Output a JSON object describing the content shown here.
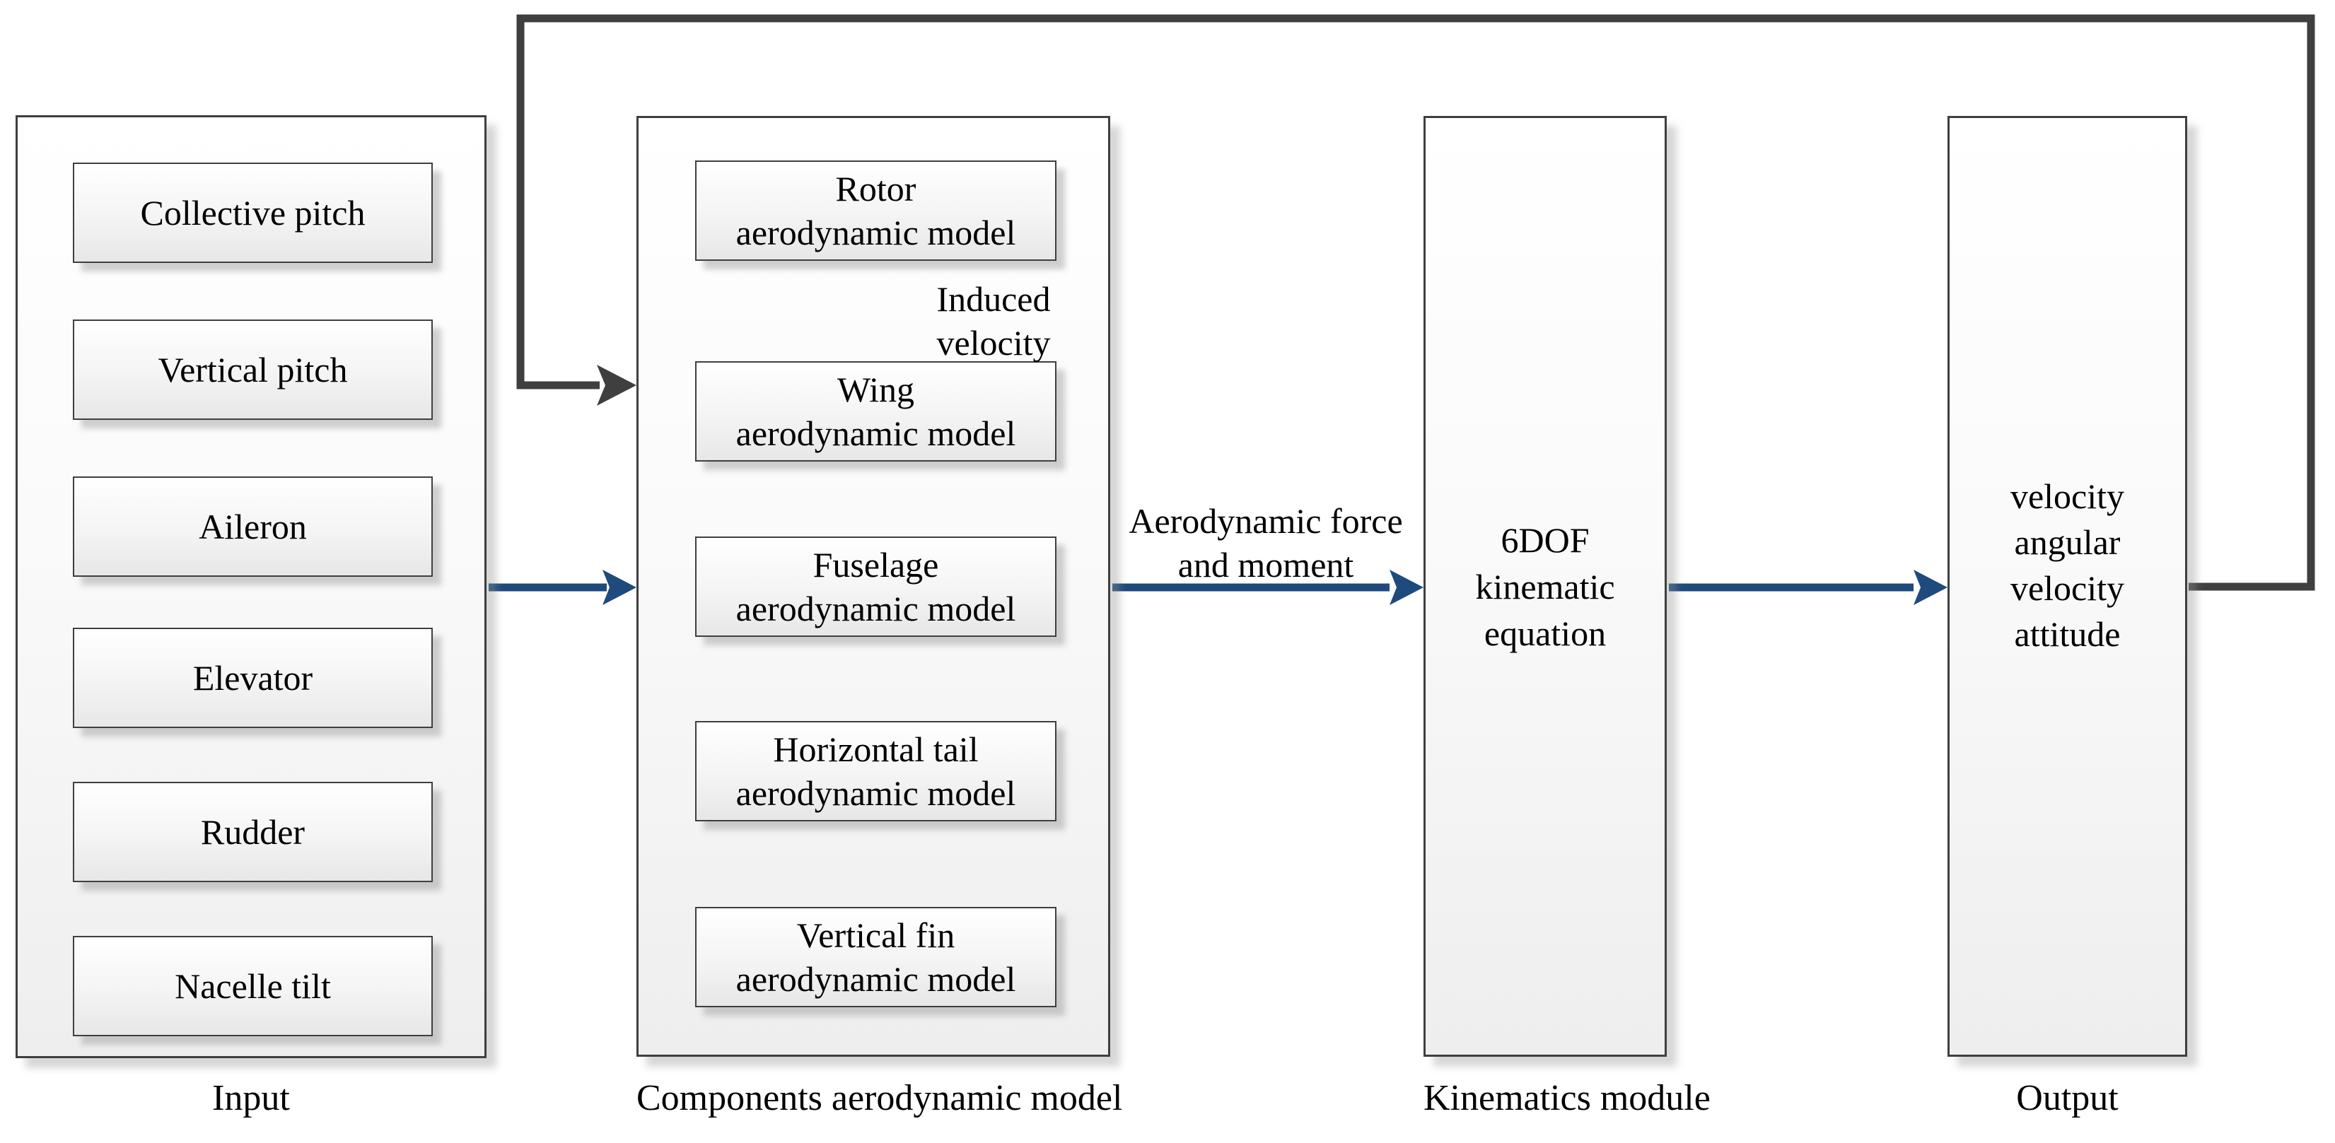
{
  "colors": {
    "arrow-blue": "#1f4a7d",
    "line-dark": "#3f3f3f"
  },
  "input": {
    "caption": "Input",
    "boxes": [
      "Collective pitch",
      "Vertical pitch",
      "Aileron",
      "Elevator",
      "Rudder",
      "Nacelle tilt"
    ]
  },
  "components": {
    "caption": "Components aerodynamic model",
    "boxes": [
      {
        "line1": "Rotor",
        "line2": "aerodynamic model"
      },
      {
        "line1": "Wing",
        "line2": "aerodynamic model"
      },
      {
        "line1": "Fuselage",
        "line2": "aerodynamic model"
      },
      {
        "line1": "Horizontal tail",
        "line2": "aerodynamic model"
      },
      {
        "line1": "Vertical fin",
        "line2": "aerodynamic model"
      }
    ]
  },
  "kinematics": {
    "caption": "Kinematics module",
    "box_lines": [
      "6DOF",
      "kinematic",
      "equation"
    ]
  },
  "output": {
    "caption": "Output",
    "box_lines": [
      "velocity",
      "angular",
      "velocity",
      "attitude"
    ]
  },
  "labels": {
    "induced_velocity_line1": "Induced",
    "induced_velocity_line2": "velocity",
    "aero_force_line1": "Aerodynamic force",
    "aero_force_line2": "and moment"
  }
}
